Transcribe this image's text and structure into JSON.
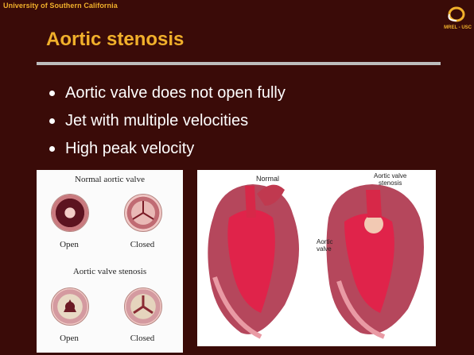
{
  "header": {
    "university": "University of Southern California",
    "logo_label": "MREL - USC"
  },
  "slide": {
    "title": "Aortic stenosis",
    "bullets": [
      "Aortic valve does not open fully",
      "Jet with multiple velocities",
      "High peak velocity"
    ]
  },
  "left_figure": {
    "top_caption": "Normal aortic valve",
    "top_left_label": "Open",
    "top_right_label": "Closed",
    "bottom_caption": "Aortic valve stenosis",
    "bottom_left_label": "Open",
    "bottom_right_label": "Closed"
  },
  "right_figure": {
    "normal_label": "Normal",
    "stenosis_label": "Aortic valve\nstenosis",
    "valve_label": "Aortic\nvalve"
  },
  "colors": {
    "background": "#3a0b08",
    "accent": "#f1b02b",
    "text": "#ffffff",
    "rule": "#bdbdbd"
  }
}
